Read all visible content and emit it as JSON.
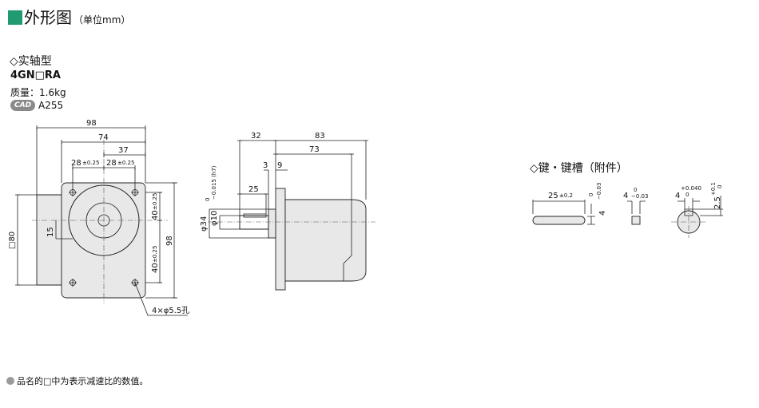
{
  "header": {
    "title": "外形图",
    "unit": "（单位mm）",
    "accent": "#1f9a73"
  },
  "section": {
    "title": "◇实轴型",
    "model": "4GN□RA",
    "mass": "质量：1.6kg",
    "cad_badge": "CAD",
    "cad_code": "A255"
  },
  "front_view": {
    "w98": "98",
    "w74": "74",
    "w37": "37",
    "w28a": "28",
    "w28a_tol": "±0.25",
    "w28b": "28",
    "w28b_tol": "±0.25",
    "h80": "□80",
    "h15": "15",
    "h40a": "40",
    "h40a_tol": "±0.25",
    "h40b": "40",
    "h40b_tol": "±0.25",
    "h98": "98",
    "holes": "4×φ5.5孔"
  },
  "side_view": {
    "l32": "32",
    "l83": "83",
    "l73": "73",
    "l3": "3",
    "l9": "9",
    "l25": "25",
    "d10": "φ10",
    "d10_tol_up": "0",
    "d10_tol_low": "−0.015 (h7)",
    "d34": "φ34"
  },
  "key": {
    "title": "◇键・键槽（附件）",
    "len": "25",
    "len_tol": "±0.2",
    "h4": "4",
    "h4_tol_up": "0",
    "h4_tol_low": "−0.03",
    "w4": "4",
    "w4_tol_up": "0",
    "w4_tol_low": "−0.03",
    "slot_w": "4",
    "slot_w_tol_up": "+0.040",
    "slot_w_tol_low": "0",
    "slot_d": "2.5",
    "slot_d_tol_up": "+0.1",
    "slot_d_tol_low": "0"
  },
  "footnote": "品名的□中为表示减速比的数值。"
}
